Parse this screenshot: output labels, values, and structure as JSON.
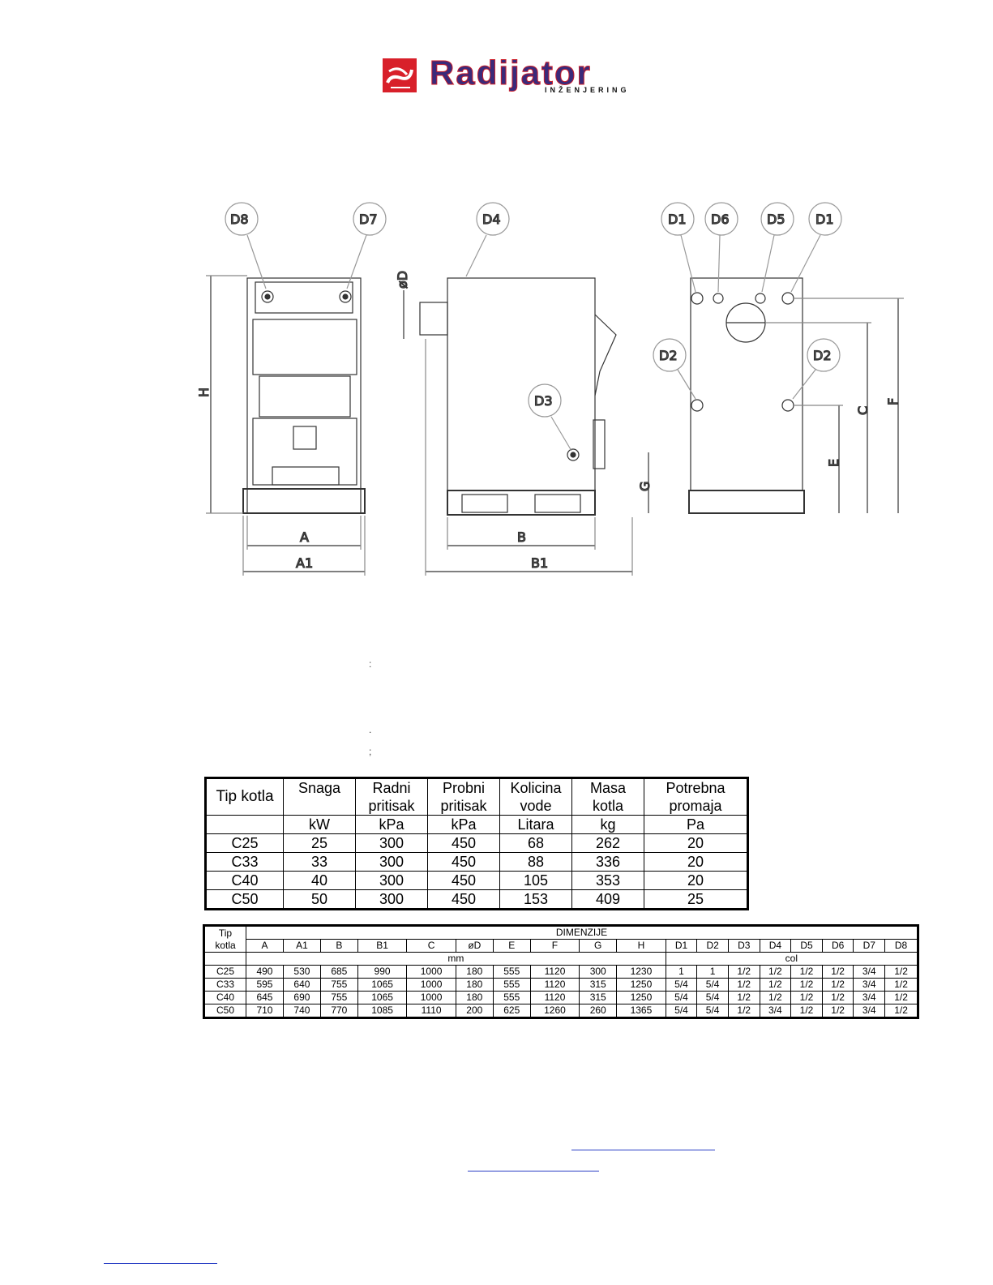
{
  "logo": {
    "name": "Radijator",
    "sub": "INŽENJERING",
    "colors": {
      "red": "#d8202a",
      "purple": "#3a2a7a"
    }
  },
  "drawing": {
    "callouts": [
      "D8",
      "D7",
      "D4",
      "D1",
      "D6",
      "D5",
      "D1",
      "D2",
      "D2",
      "D3"
    ],
    "dimension_labels": [
      "H",
      "A",
      "A1",
      "øD",
      "G",
      "B",
      "B1",
      "C",
      "F",
      "E"
    ]
  },
  "stray_marks": [
    ":",
    ".",
    ";"
  ],
  "table1": {
    "headers": [
      "Tip kotla",
      "Snaga",
      "Radni pritisak",
      "Probni pritisak",
      "Kolicina vode",
      "Masa kotla",
      "Potrebna promaja"
    ],
    "header_line2": [
      "",
      "",
      "pritisak",
      "pritisak",
      "vode",
      "kotla",
      "promaja"
    ],
    "header_line1": [
      "Tip kotla",
      "Snaga",
      "Radni",
      "Probni",
      "Kolicina",
      "Masa",
      "Potrebna"
    ],
    "units": [
      "",
      "kW",
      "kPa",
      "kPa",
      "Litara",
      "kg",
      "Pa"
    ],
    "rows": [
      [
        "C25",
        "25",
        "300",
        "450",
        "68",
        "262",
        "20"
      ],
      [
        "C33",
        "33",
        "300",
        "450",
        "88",
        "336",
        "20"
      ],
      [
        "C40",
        "40",
        "300",
        "450",
        "105",
        "353",
        "20"
      ],
      [
        "C50",
        "50",
        "300",
        "450",
        "153",
        "409",
        "25"
      ]
    ]
  },
  "table2": {
    "corner": [
      "Tip",
      "kotla"
    ],
    "group": "DIMENZIJE",
    "columns": [
      "A",
      "A1",
      "B",
      "B1",
      "C",
      "øD",
      "E",
      "F",
      "G",
      "H",
      "D1",
      "D2",
      "D3",
      "D4",
      "D5",
      "D6",
      "D7",
      "D8"
    ],
    "unit_mm": "mm",
    "unit_col": "col",
    "rows": [
      [
        "C25",
        "490",
        "530",
        "685",
        "990",
        "1000",
        "180",
        "555",
        "1120",
        "300",
        "1230",
        "1",
        "1",
        "1/2",
        "1/2",
        "1/2",
        "1/2",
        "3/4",
        "1/2"
      ],
      [
        "C33",
        "595",
        "640",
        "755",
        "1065",
        "1000",
        "180",
        "555",
        "1120",
        "315",
        "1250",
        "5/4",
        "5/4",
        "1/2",
        "1/2",
        "1/2",
        "1/2",
        "3/4",
        "1/2"
      ],
      [
        "C40",
        "645",
        "690",
        "755",
        "1065",
        "1000",
        "180",
        "555",
        "1120",
        "315",
        "1250",
        "5/4",
        "5/4",
        "1/2",
        "1/2",
        "1/2",
        "1/2",
        "3/4",
        "1/2"
      ],
      [
        "C50",
        "710",
        "740",
        "770",
        "1085",
        "1110",
        "200",
        "625",
        "1260",
        "260",
        "1365",
        "5/4",
        "5/4",
        "1/2",
        "3/4",
        "1/2",
        "1/2",
        "3/4",
        "1/2"
      ]
    ]
  },
  "link_color": "#2a3fc5"
}
